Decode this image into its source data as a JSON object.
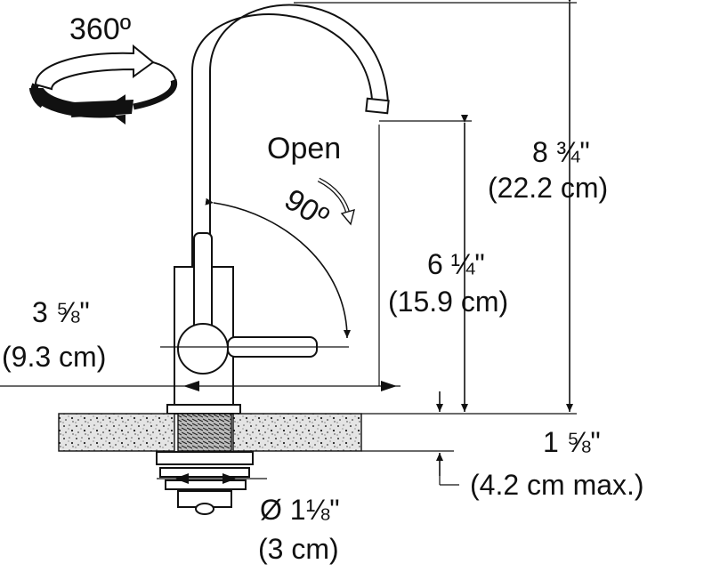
{
  "labels": {
    "rotation": "360º",
    "open": "Open",
    "angle": "90º",
    "total_height_in": "8 ¾\"",
    "total_height_cm": "(22.2 cm)",
    "spout_height_in": "6 ¼\"",
    "spout_height_cm": "(15.9 cm)",
    "reach_in": "3 ⅝\"",
    "reach_cm": "(9.3 cm)",
    "counter_in": "1 ⅝\"",
    "counter_cm": "(4.2 cm max.)",
    "hole_in": "Ø 1⅛\"",
    "hole_cm": "(3 cm)"
  },
  "icons": {
    "rotation": "rotation-arrows-icon",
    "open_arrow": "open-direction-arrow-icon"
  }
}
